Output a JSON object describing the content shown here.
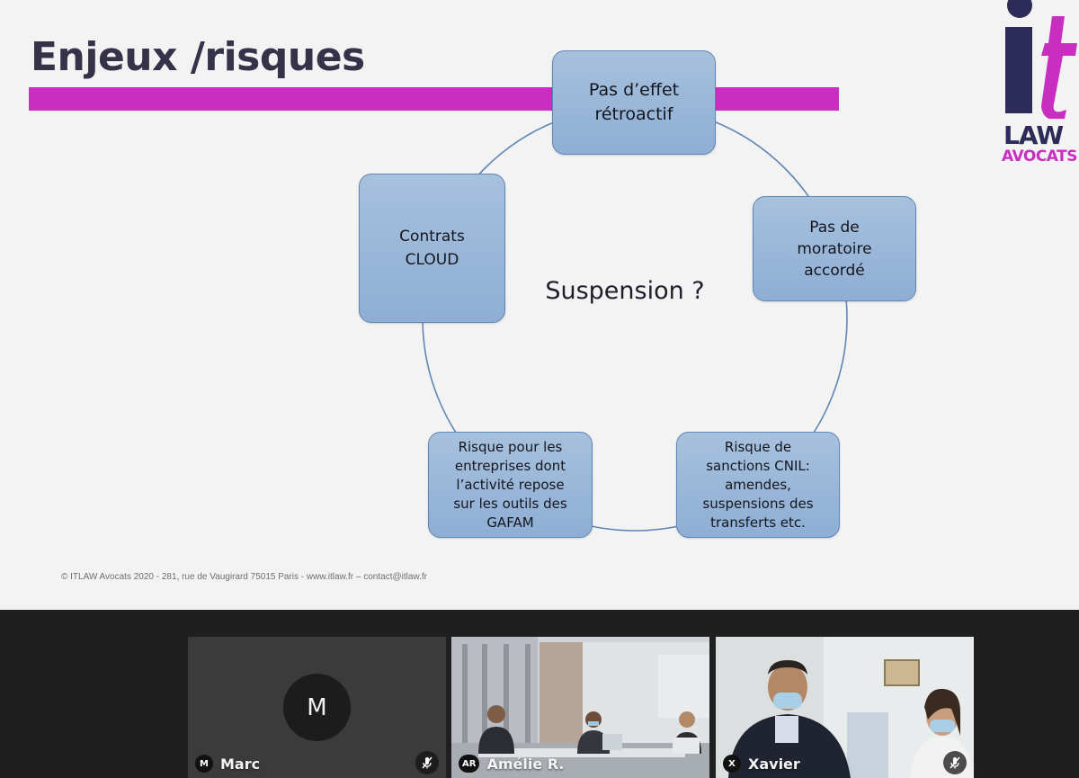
{
  "slide": {
    "title": "Enjeux /risques",
    "center_label": "Suspension ?",
    "nodes": [
      "Pas d’effet\nrétroactif",
      "Pas de\nmoratoire\naccordé",
      "Risque de\nsanctions CNIL:\namendes,\nsuspensions des\ntransferts etc.",
      "Risque pour les\nentreprises dont\nl’activité repose\nsur les outils des\nGAFAM",
      "Contrats\nCLOUD"
    ],
    "footer": "©  ITLAW Avocats 2020 - 281, rue de Vaugirard 75015 Paris - www.itlaw.fr – contact@itlaw.fr",
    "logo": {
      "law": "LAW",
      "avocats": "AVOCATS"
    }
  },
  "participants": [
    {
      "initials": "M",
      "avatar_letter": "M",
      "name": "Marc",
      "muted": true
    },
    {
      "initials": "AR",
      "name": "Amélie R.",
      "muted": false
    },
    {
      "initials": "X",
      "name": "Xavier",
      "muted": true
    }
  ],
  "colors": {
    "accent_magenta": "#c82fc0",
    "node_fill": "#a7c1dd",
    "node_border": "#5f86b6",
    "title_color": "#35334a",
    "logo_navy": "#2d2b57"
  },
  "icons": {
    "mute": "microphone-off-icon"
  }
}
